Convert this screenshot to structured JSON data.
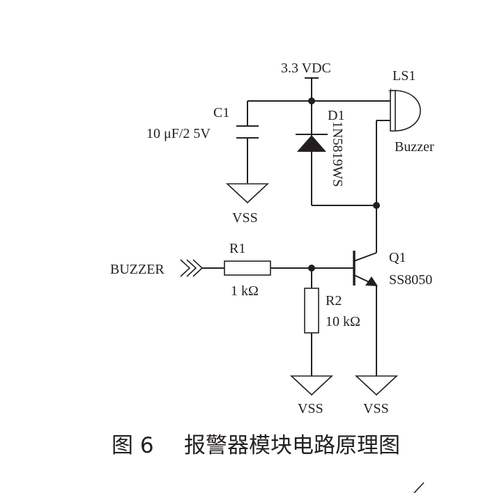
{
  "labels": {
    "supply": "3.3 VDC",
    "ls1_ref": "LS1",
    "ls1_plus": "+",
    "ls1_value": "Buzzer",
    "c1_ref": "C1",
    "c1_value": "10 μF/2 5V",
    "d1_ref": "D1",
    "d1_value": "1N5819WS",
    "r1_ref": "R1",
    "r1_value": "1 kΩ",
    "r2_ref": "R2",
    "r2_value": "10 kΩ",
    "q1_ref": "Q1",
    "q1_value": "SS8050",
    "input_net": "BUZZER",
    "gnd_c1": "VSS",
    "gnd_r2": "VSS",
    "gnd_q1": "VSS"
  },
  "caption": {
    "figure": "图 6",
    "title": "报警器模块电路原理图"
  }
}
